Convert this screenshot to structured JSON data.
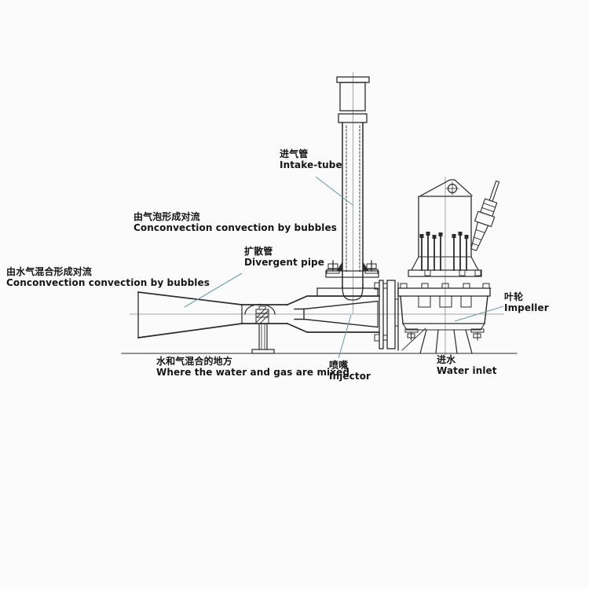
{
  "colors": {
    "background": "#fbfbfb",
    "drawing_lines": "#2b2b2b",
    "centerlines": "#8a8a8a",
    "leader_lines": "#69a0a8",
    "label_text": "#151515"
  },
  "labels": [
    {
      "id": "intake-tube",
      "zh": "进气管",
      "en": "Intake-tube"
    },
    {
      "id": "convection-by-bubbles-upper",
      "zh": "由气泡形成对流",
      "en": "Conconvection convection by bubbles"
    },
    {
      "id": "divergent-pipe",
      "zh": "扩散管",
      "en": "Divergent pipe"
    },
    {
      "id": "convection-by-bubbles-left",
      "zh": "由水气混合形成对流",
      "en": "Conconvection convection by bubbles"
    },
    {
      "id": "mixing-zone",
      "zh": "水和气混合的地方",
      "en": "Where the water and gas are mixed"
    },
    {
      "id": "injector",
      "zh": "喷嘴",
      "en": "Injector"
    },
    {
      "id": "impeller",
      "zh": "叶轮",
      "en": "Impeller"
    },
    {
      "id": "water-inlet",
      "zh": "进水",
      "en": "Water inlet"
    }
  ]
}
